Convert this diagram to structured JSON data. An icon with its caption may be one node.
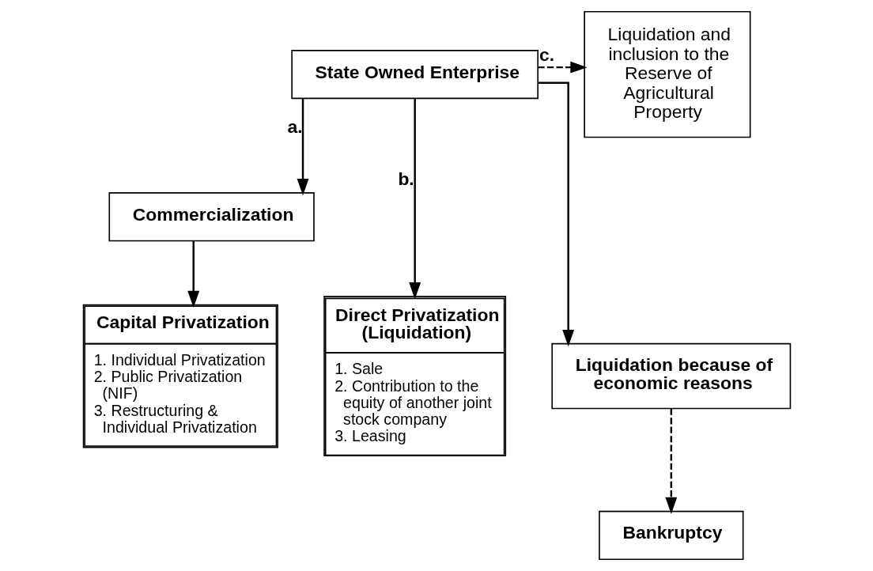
{
  "diagram": {
    "nodes": [
      {
        "text": [
          "State Owned Enterprise"
        ]
      },
      {
        "text": [
          "Liquidation and inclusion to the Reserve of Agricultural Property"
        ]
      },
      {
        "text": [
          "Commercialization"
        ]
      },
      {
        "text": [
          "Capital Privatization",
          "1. Individual Privatization",
          "2. Public Privatization (NIF)",
          "3. Restructuring & Individual Privatization"
        ]
      },
      {
        "text": [
          "Direct Privatization (Liquidation)",
          "1. Sale",
          "2. Contribution to the equity of another joint stock company",
          "3. Leasing"
        ]
      },
      {
        "text": [
          "Liquidation because of economic reasons"
        ]
      },
      {
        "text": [
          "Bankruptcy"
        ]
      }
    ],
    "edges": [
      {
        "from": 0,
        "to": 1,
        "arrow": "to",
        "label": "c.",
        "style": "dashed"
      },
      {
        "from": 0,
        "to": 2,
        "arrow": "to",
        "label": "a."
      },
      {
        "from": 0,
        "to": 4,
        "arrow": "to",
        "label": "b."
      },
      {
        "from": 0,
        "to": 5,
        "arrow": "to"
      },
      {
        "from": 2,
        "to": 3,
        "arrow": "to"
      },
      {
        "from": 5,
        "to": 6,
        "arrow": "to",
        "style": "dashed"
      }
    ]
  }
}
